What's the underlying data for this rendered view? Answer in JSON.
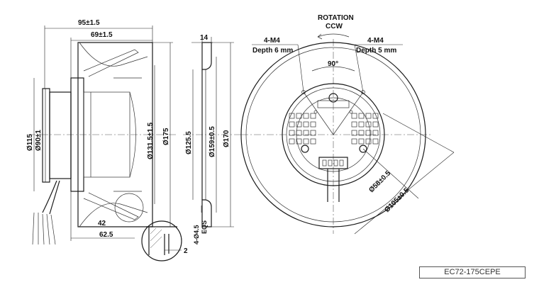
{
  "side_view": {
    "dim_overall_depth": "95±1.5",
    "dim_wheel_depth": "69±1.5",
    "dim_dia_115": "Ø115",
    "dim_dia_90": "Ø90±1",
    "dim_dia_131": "Ø131.5±1.5",
    "dim_dia_175": "Ø175",
    "dim_42": "42",
    "dim_62": "62.5",
    "dim_detail_2": "2"
  },
  "section_view": {
    "dim_14": "14",
    "dim_dia_125": "Ø125.5",
    "dim_dia_159": "Ø159±0.5",
    "dim_dia_170": "Ø170",
    "dim_holes": "4-Ø4.5",
    "dim_eqs": "EQS"
  },
  "front_view": {
    "rotation_title": "ROTATION",
    "rotation_dir": "CCW",
    "left_thread": "4-M4",
    "left_depth": "Depth 6 mm",
    "right_thread": "4-M4",
    "right_depth": "Depth 5 mm",
    "angle": "90°",
    "dim_dia_58": "Ø58±0.5",
    "dim_dia_105": "Ø105±0.5"
  },
  "model_label": "EC72-175CEPE"
}
